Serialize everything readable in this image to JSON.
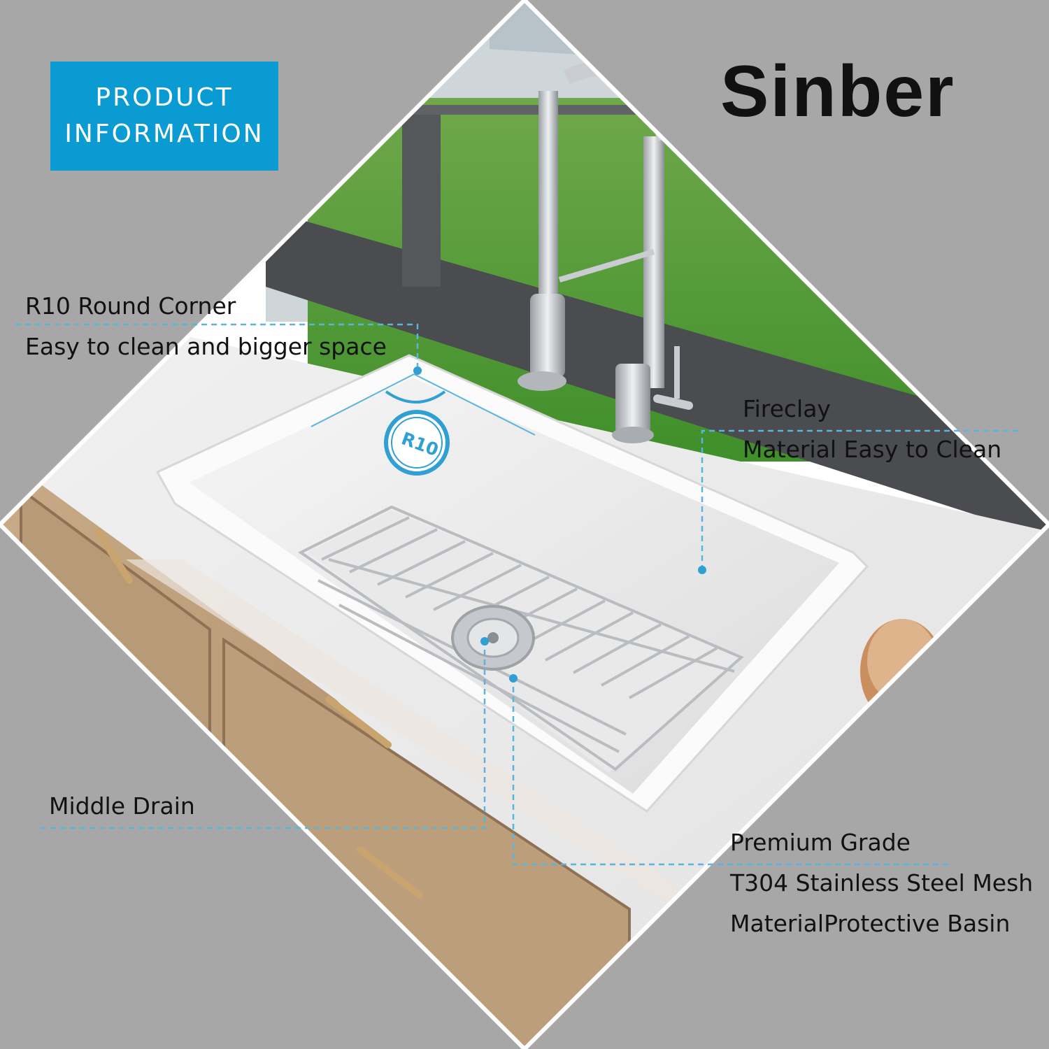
{
  "brand": {
    "name": "Sinber"
  },
  "badge": {
    "line1": "PRODUCT",
    "line2": "INFORMATION"
  },
  "annotations": {
    "round_corner": {
      "title": "R10 Round Corner",
      "desc": "Easy to clean and bigger space"
    },
    "radius_label": "R10",
    "fireclay": {
      "title": "Fireclay",
      "desc": "Material Easy to Clean"
    },
    "drain": {
      "title": "Middle Drain"
    },
    "mesh": {
      "title": "Premium Grade",
      "line2": "T304 Stainless Steel Mesh",
      "line3": "MaterialProtective Basin"
    }
  },
  "colors": {
    "accent": "#0a9bd3",
    "background": "#a7a7a7",
    "leader": "#5ab4dc"
  }
}
